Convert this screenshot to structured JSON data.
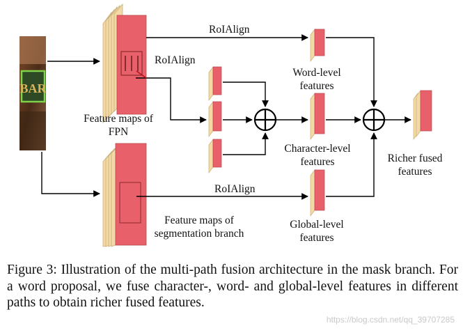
{
  "labels": {
    "roialign_top": "RoIAlign",
    "roialign_mid": "RoIAlign",
    "roialign_bottom": "RoIAlign",
    "fpn_line1": "Feature maps of",
    "fpn_line2": "FPN",
    "seg_line1": "Feature maps of",
    "seg_line2": "segmentation branch",
    "word_line1": "Word-level",
    "word_line2": "features",
    "char_line1": "Character-level",
    "char_line2": "features",
    "global_line1": "Global-level",
    "global_line2": "features",
    "richer_line1": "Richer fused",
    "richer_line2": "features"
  },
  "caption": "Figure 3: Illustration of the multi-path fusion architecture in the mask branch. For a word proposal, we fuse character-, word- and global-level features in different paths to obtain richer fused features.",
  "watermark": "https://blog.csdn.net/qq_39707285",
  "input_image_text": "BAR",
  "colors": {
    "feature_face": "#e8606a",
    "feature_side": "#f3d9a6",
    "feature_edge": "#c9b07a",
    "arrow": "#000000",
    "sign_green": "#7fd34a",
    "sign_gold": "#d9b25a"
  },
  "icons": {
    "fusion_op": "circled-plus-icon"
  }
}
